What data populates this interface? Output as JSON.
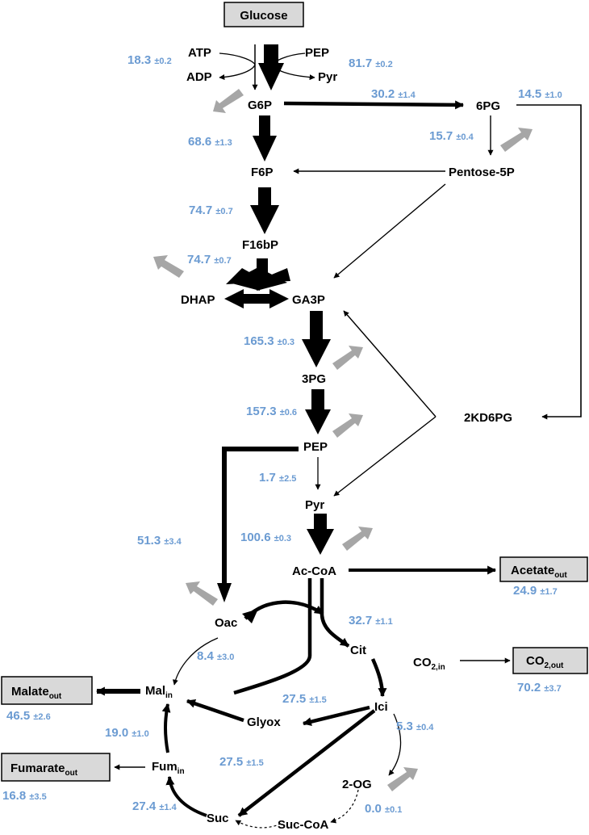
{
  "boxes": {
    "glucose": {
      "text": "Glucose"
    },
    "acetate_out": {
      "text": "Acetate",
      "sub": "out"
    },
    "co2_out": {
      "text": "CO",
      "sub": "2,out"
    },
    "malate_out": {
      "text": "Malate",
      "sub": "out"
    },
    "fumarate_out": {
      "text": "Fumarate",
      "sub": "out"
    }
  },
  "metabolites": {
    "atp": "ATP",
    "adp": "ADP",
    "pep_top": "PEP",
    "pyr_top": "Pyr",
    "g6p": "G6P",
    "pg6": "6PG",
    "f6p": "F6P",
    "pentose5p": "Pentose-5P",
    "f16bp": "F16bP",
    "dhap": "DHAP",
    "ga3p": "GA3P",
    "pg3": "3PG",
    "kd6pg": "2KD6PG",
    "pep": "PEP",
    "pyr": "Pyr",
    "accoa": "Ac-CoA",
    "oac": "Oac",
    "cit": "Cit",
    "mal": {
      "text": "Mal",
      "sub": "in"
    },
    "ici": "Ici",
    "glyox": "Glyox",
    "fum": {
      "text": "Fum",
      "sub": "in"
    },
    "og2": "2-OG",
    "suc": "Suc",
    "succoa": "Suc-CoA",
    "co2_in": {
      "text": "CO",
      "sub": "2,in"
    }
  },
  "fluxes": {
    "hexokinase": {
      "value": "18.3",
      "err": "±0.2"
    },
    "pts": {
      "value": "81.7",
      "err": "±0.2"
    },
    "g6p_6pg": {
      "value": "30.2",
      "err": "±1.4"
    },
    "pg6_2kd6pg": {
      "value": "14.5",
      "err": "±1.0"
    },
    "pgi": {
      "value": "68.6",
      "err": "±1.3"
    },
    "pg6_pentose": {
      "value": "15.7",
      "err": "±0.4"
    },
    "pfk": {
      "value": "74.7",
      "err": "±0.7"
    },
    "aldolase": {
      "value": "74.7",
      "err": "±0.7"
    },
    "gapdh": {
      "value": "165.3",
      "err": "±0.3"
    },
    "eno": {
      "value": "157.3",
      "err": "±0.6"
    },
    "pyk": {
      "value": "1.7",
      "err": "±2.5"
    },
    "ppc": {
      "value": "51.3",
      "err": "±3.4"
    },
    "pdh": {
      "value": "100.6",
      "err": "±0.3"
    },
    "acetate": {
      "value": "24.9",
      "err": "±1.7"
    },
    "cs": {
      "value": "32.7",
      "err": "±1.1"
    },
    "mdh": {
      "value": "8.4",
      "err": "±3.0"
    },
    "co2": {
      "value": "70.2",
      "err": "±3.7"
    },
    "malate": {
      "value": "46.5",
      "err": "±2.6"
    },
    "icl": {
      "value": "27.5",
      "err": "±1.5"
    },
    "icdh": {
      "value": "5.3",
      "err": "±0.4"
    },
    "fum_mal": {
      "value": "19.0",
      "err": "±1.0"
    },
    "fumarate": {
      "value": "16.8",
      "err": "±3.5"
    },
    "icl_suc": {
      "value": "27.5",
      "err": "±1.5"
    },
    "sdh": {
      "value": "27.4",
      "err": "±1.4"
    },
    "og_succoa": {
      "value": "0.0",
      "err": "±0.1"
    }
  },
  "colors": {
    "flux_label": "#6b9bd2",
    "biomass_arrow": "#a6a6a6",
    "box_fill": "#d9d9d9"
  }
}
